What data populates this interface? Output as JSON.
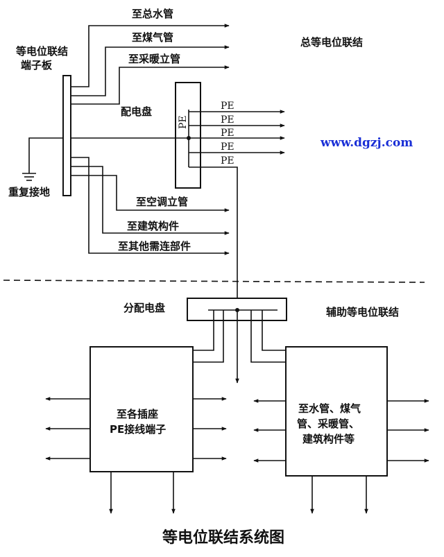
{
  "colors": {
    "line": "#111111",
    "url": "#1a2fd6",
    "background": "#ffffff"
  },
  "top": {
    "header_right": "总等电位联结",
    "terminal_board": [
      "等电位联结",
      "端子板"
    ],
    "to_main_water": "至总水管",
    "to_gas": "至煤气管",
    "to_heating": "至采暖立管",
    "distribution_panel": "配电盘",
    "panel_pe": "PE",
    "pe_outputs": [
      "PE",
      "PE",
      "PE",
      "PE",
      "PE"
    ],
    "repeat_ground": "重复接地",
    "to_ac": "至空调立管",
    "to_building": "至建筑构件",
    "to_other": "至其他需连部件"
  },
  "watermark": "www.dgzj.com",
  "bottom": {
    "sub_panel": "分配电盘",
    "aux_bonding": "辅助等电位联结",
    "left_box": [
      "至各插座",
      "PE接线端子"
    ],
    "right_box": [
      "至水管、煤气",
      "管、采暖管、",
      "建筑构件等"
    ]
  },
  "caption": "等电位联结系统图"
}
